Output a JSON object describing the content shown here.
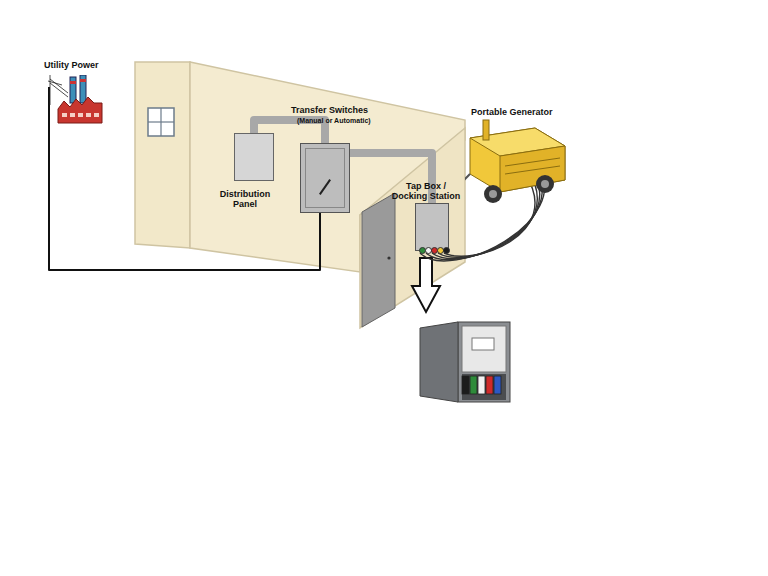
{
  "diagram": {
    "nodes": [
      {
        "text": [
          "Utility Power"
        ]
      },
      {
        "text": [
          "Distribution Panel"
        ]
      },
      {
        "text": [
          "Transfer Switches",
          "(Manual or Automatic)"
        ]
      },
      {
        "text": [
          "Tap Box / Docking Station"
        ]
      },
      {
        "text": [
          "Portable Generator"
        ]
      }
    ],
    "edges": [
      {
        "from": 0,
        "to": 2,
        "arrow": "none"
      },
      {
        "from": 1,
        "to": 2,
        "arrow": "none"
      },
      {
        "from": 2,
        "to": 3,
        "arrow": "none"
      },
      {
        "from": 3,
        "to": 4,
        "arrow": "none"
      }
    ]
  }
}
